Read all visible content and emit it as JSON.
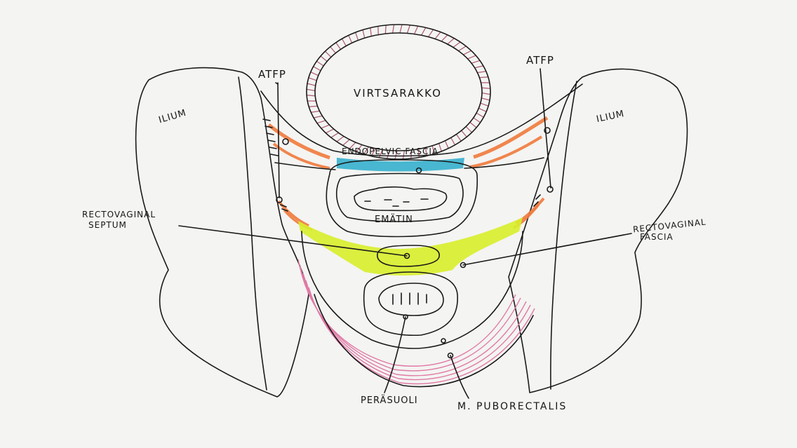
{
  "labels": {
    "bladder": "VIRTSARAKKO",
    "atfp_left": "ATFP",
    "atfp_right": "ATFP",
    "ilium_left": "ILIUM",
    "ilium_right": "ILIUM",
    "endopelvic_fascia": "ENDOPELVIC FASCIA",
    "vagina": "EMÄTIN",
    "rv_septum_line1": "RECTOVAGINAL",
    "rv_septum_line2": "SEPTUM",
    "rv_fascia_line1": "RECTOVAGINAL",
    "rv_fascia_line2": "FASCIA",
    "rectum": "PERÄSUOLI",
    "puborectalis": "M. PUBORECTALIS"
  },
  "colors": {
    "paper": "#f4f4f2",
    "ink": "#1a1a1a",
    "bladder_hatch": "#b0607a",
    "endopelvic_fascia": "#3fb3cf",
    "atfp_orange": "#f07a3c",
    "rectovaginal_fascia": "#d8ee2a",
    "puborectalis_pink": "#e07aa6"
  }
}
